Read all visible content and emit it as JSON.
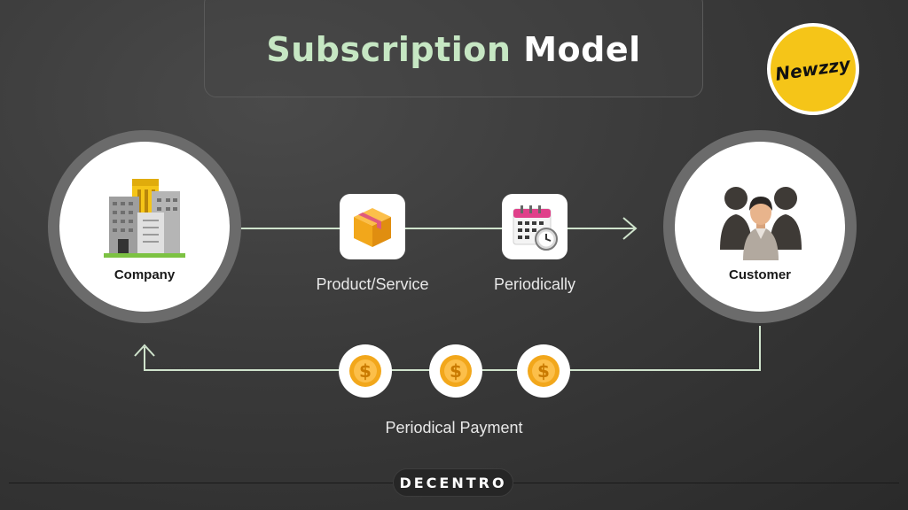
{
  "title": {
    "part1": "Subscription",
    "part2": "Model"
  },
  "logo": {
    "text": "Newzzy"
  },
  "nodes": {
    "company": {
      "label": "Company",
      "icon": "office-buildings-icon"
    },
    "customer": {
      "label": "Customer",
      "icon": "customer-group-icon"
    }
  },
  "flow": {
    "product": {
      "label": "Product/Service",
      "icon": "package-box-icon"
    },
    "periodic": {
      "label": "Periodically",
      "icon": "calendar-clock-icon"
    },
    "payment": {
      "label": "Periodical Payment",
      "coins": [
        "$",
        "$",
        "$"
      ],
      "icon": "dollar-coin-icon"
    }
  },
  "footer": {
    "brand": "DECENTRO"
  },
  "colors": {
    "accent_green": "#c6e7c3",
    "line": "#cfe3cc",
    "coin": "#f2a71b",
    "logo_yellow": "#f5c518"
  }
}
